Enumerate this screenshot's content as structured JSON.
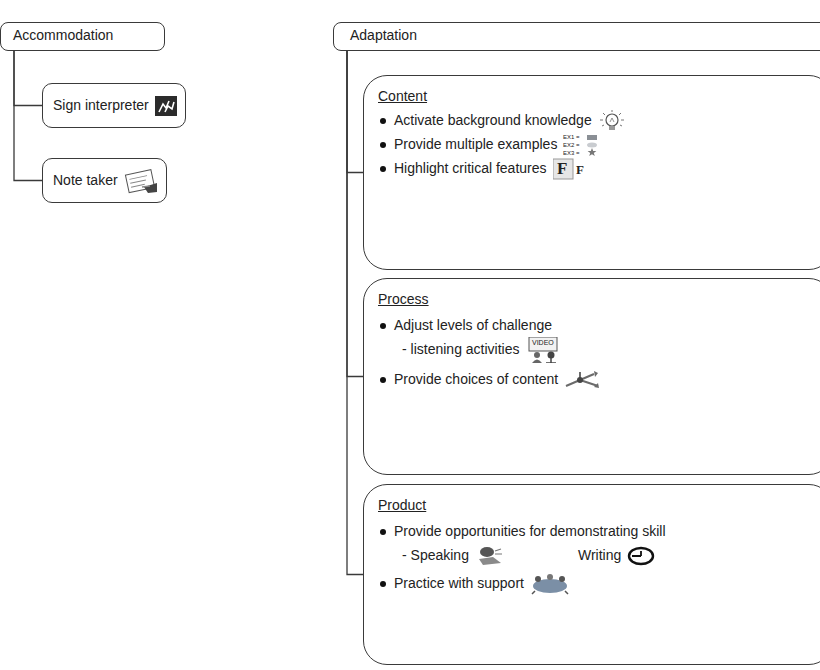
{
  "diagram": {
    "nodes": [
      {
        "text": [
          "Accommodation"
        ]
      },
      {
        "text": [
          "Sign interpreter"
        ]
      },
      {
        "text": [
          "Note taker"
        ]
      },
      {
        "text": [
          "Adaptation"
        ]
      },
      {
        "text": [
          "Content",
          "Activate background knowledge",
          "Provide multiple examples",
          "Highlight critical features"
        ]
      },
      {
        "text": [
          "Process",
          "Adjust levels of challenge",
          "- listening activities",
          "Provide choices of content"
        ]
      },
      {
        "text": [
          "Product",
          "Provide opportunities for demonstrating skill",
          "- Speaking",
          "Writing",
          "Practice with support"
        ]
      }
    ],
    "edges": [
      {
        "from": 0,
        "to": 1,
        "arrow": "none"
      },
      {
        "from": 0,
        "to": 2,
        "arrow": "none"
      },
      {
        "from": 3,
        "to": 4,
        "arrow": "none"
      },
      {
        "from": 3,
        "to": 5,
        "arrow": "none"
      },
      {
        "from": 3,
        "to": 6,
        "arrow": "none"
      }
    ],
    "labels": [
      "EX1 =",
      "EX2 =",
      "EX3 =",
      "F",
      "F",
      "VIDEO"
    ]
  }
}
